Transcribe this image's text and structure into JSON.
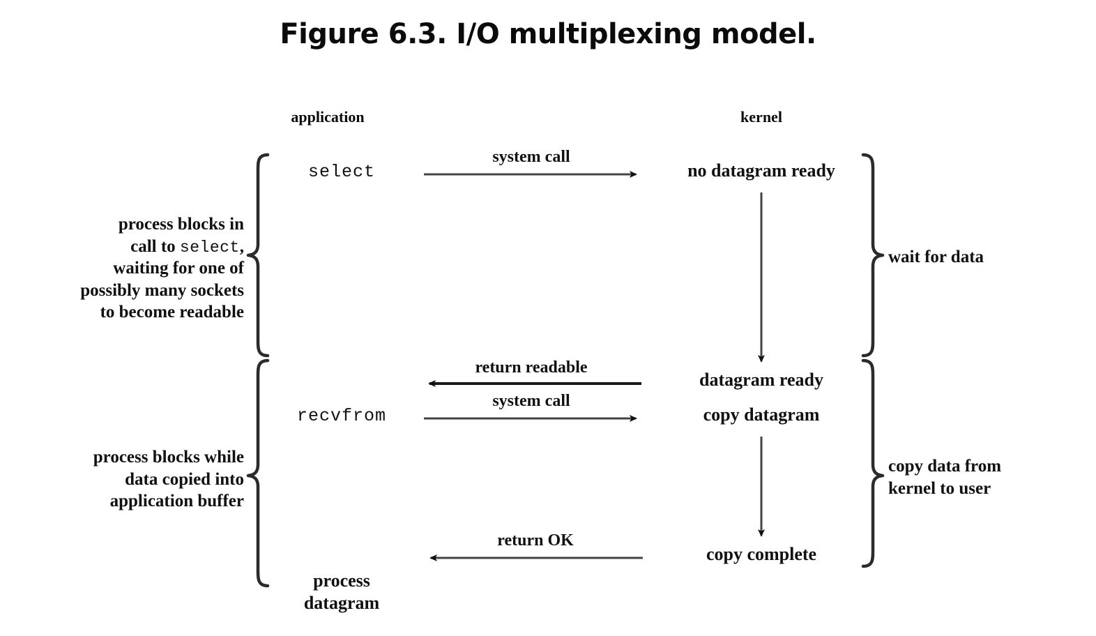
{
  "figure": {
    "title": "Figure 6.3. I/O multiplexing model.",
    "background_color": "#ffffff",
    "ink_color": "#111111"
  },
  "columns": [
    {
      "name": "application",
      "label": "application"
    },
    {
      "name": "kernel",
      "label": "kernel"
    }
  ],
  "application_nodes": {
    "select": "select",
    "recvfrom": "recvfrom",
    "process_line1": "process",
    "process_line2": "datagram"
  },
  "kernel_nodes": {
    "no_datagram_ready": "no datagram ready",
    "datagram_ready": "datagram ready",
    "copy_datagram": "copy datagram",
    "copy_complete": "copy complete"
  },
  "arrows": [
    {
      "name": "system-call-select",
      "label": "system call",
      "direction": "right"
    },
    {
      "name": "return-readable",
      "label": "return readable",
      "direction": "left"
    },
    {
      "name": "system-call-recvfrom",
      "label": "system call",
      "direction": "right"
    },
    {
      "name": "return-ok",
      "label": "return OK",
      "direction": "left"
    },
    {
      "name": "kernel-wait",
      "label": "",
      "direction": "down"
    },
    {
      "name": "kernel-copy",
      "label": "",
      "direction": "down"
    }
  ],
  "left_notes": {
    "block_select": {
      "line1": "process blocks in",
      "line2_prefix": "call to ",
      "line2_mono": "select",
      "line2_suffix": ",",
      "line3": "waiting for one of",
      "line4": "possibly many sockets",
      "line5": "to become readable"
    },
    "block_copy": {
      "line1": "process blocks while",
      "line2": "data copied into",
      "line3": "application buffer"
    }
  },
  "right_notes": {
    "wait_for_data": "wait for data",
    "copy_data_line1": "copy data from",
    "copy_data_line2": "kernel to user"
  },
  "chart_data": {
    "type": "diagram",
    "title": "Figure 6.3. I/O multiplexing model.",
    "lanes": [
      "application",
      "kernel"
    ],
    "steps": [
      {
        "order": 1,
        "lane": "application",
        "text": "select"
      },
      {
        "order": 2,
        "lane": "transition",
        "text": "system call",
        "direction": "application-to-kernel"
      },
      {
        "order": 3,
        "lane": "kernel",
        "text": "no datagram ready"
      },
      {
        "order": 4,
        "lane": "kernel",
        "text": "wait for data",
        "direction": "down"
      },
      {
        "order": 5,
        "lane": "kernel",
        "text": "datagram ready"
      },
      {
        "order": 6,
        "lane": "transition",
        "text": "return readable",
        "direction": "kernel-to-application"
      },
      {
        "order": 7,
        "lane": "application",
        "text": "recvfrom"
      },
      {
        "order": 8,
        "lane": "transition",
        "text": "system call",
        "direction": "application-to-kernel"
      },
      {
        "order": 9,
        "lane": "kernel",
        "text": "copy datagram"
      },
      {
        "order": 10,
        "lane": "kernel",
        "text": "copy data from kernel to user",
        "direction": "down"
      },
      {
        "order": 11,
        "lane": "kernel",
        "text": "copy complete"
      },
      {
        "order": 12,
        "lane": "transition",
        "text": "return OK",
        "direction": "kernel-to-application"
      },
      {
        "order": 13,
        "lane": "application",
        "text": "process datagram"
      }
    ],
    "annotations": [
      {
        "side": "left",
        "text": "process blocks in call to select, waiting for one of possibly many sockets to become readable"
      },
      {
        "side": "left",
        "text": "process blocks while data copied into application buffer"
      },
      {
        "side": "right",
        "text": "wait for data"
      },
      {
        "side": "right",
        "text": "copy data from kernel to user"
      }
    ]
  }
}
